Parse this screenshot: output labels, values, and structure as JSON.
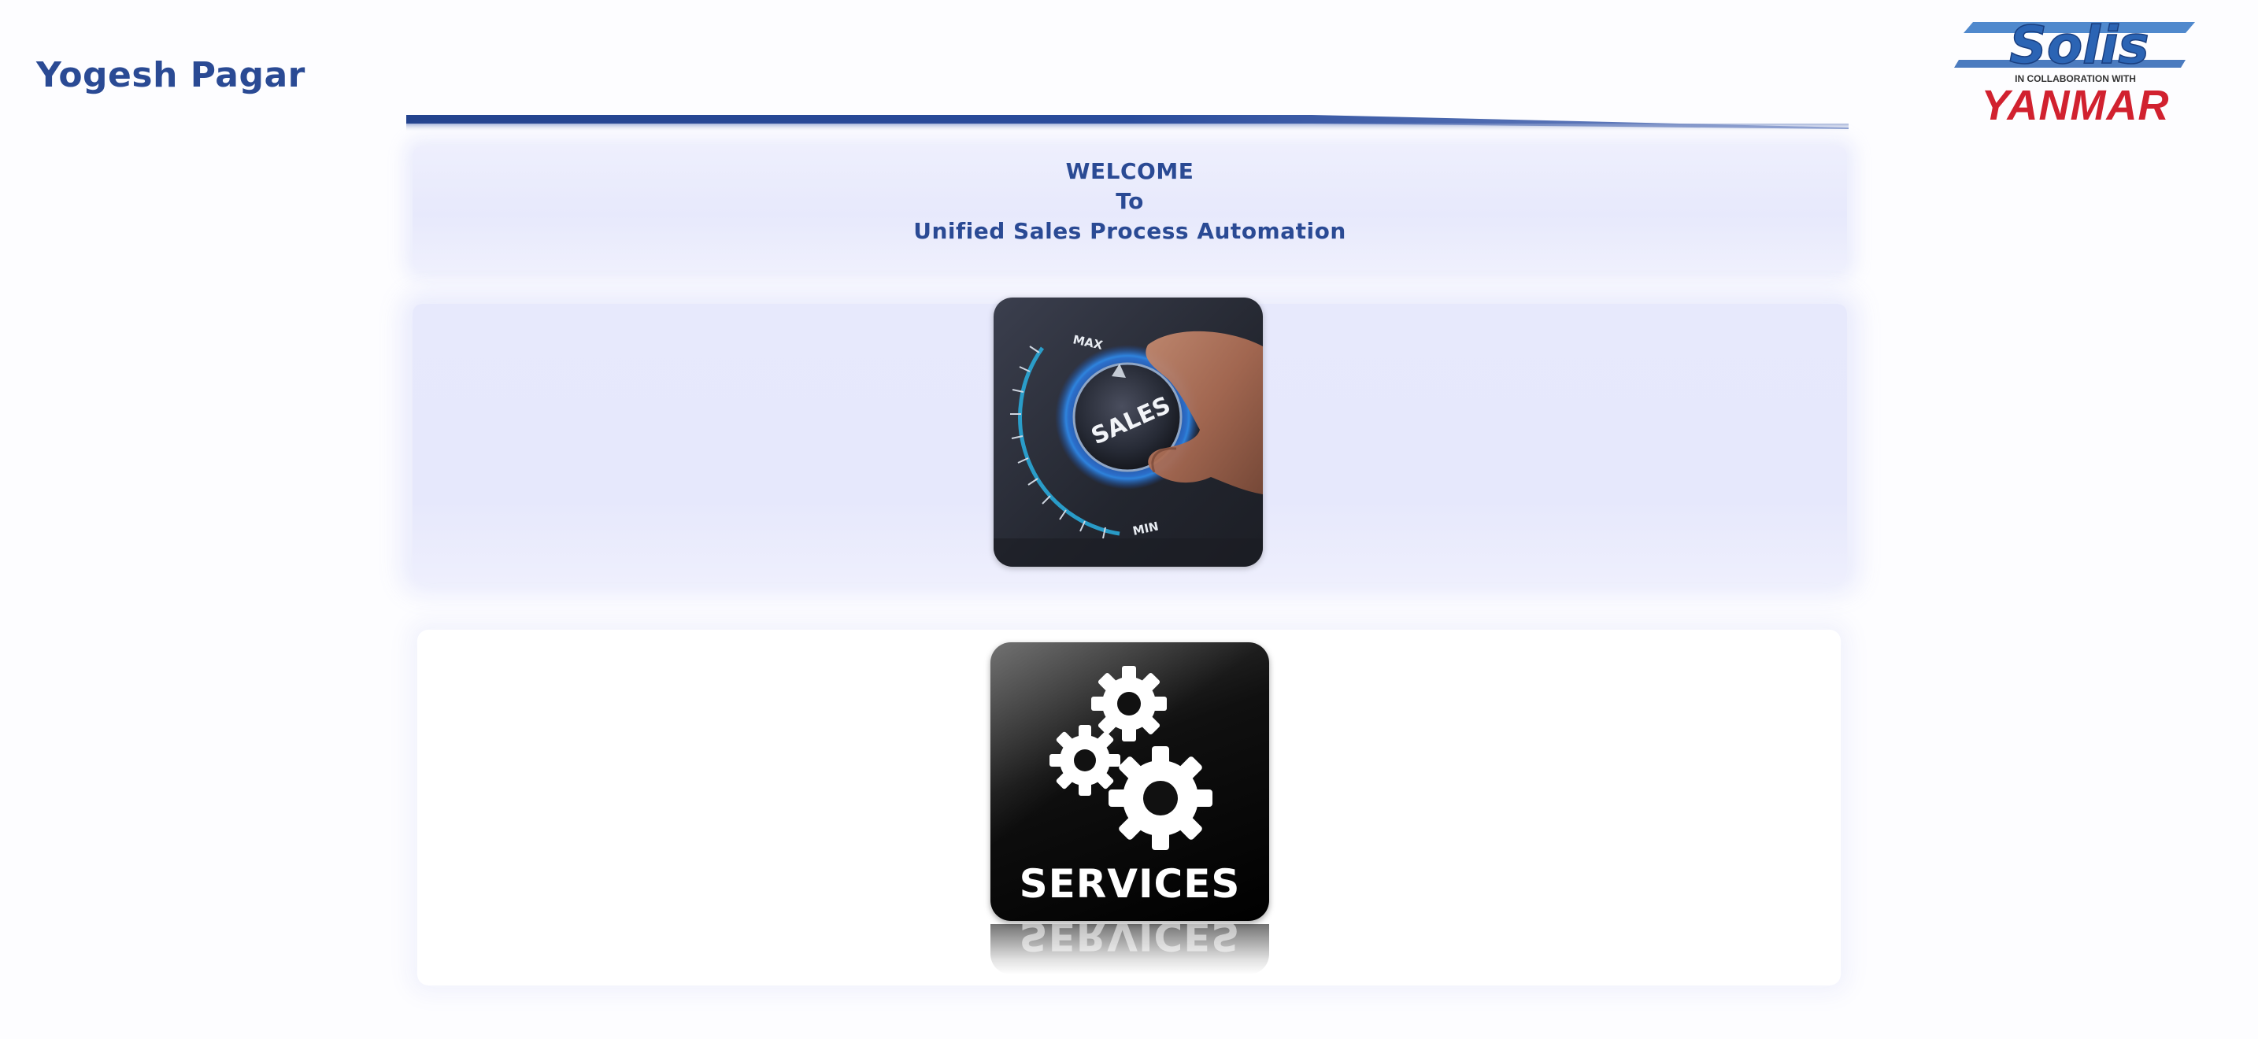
{
  "user": {
    "name": "Yogesh Pagar"
  },
  "logo": {
    "brand": "Solis",
    "tagline": "IN COLLABORATION WITH",
    "partner": "YANMAR",
    "colors": {
      "brand": "#2b64b4",
      "partner": "#d1212f"
    }
  },
  "welcome": {
    "line1": "WELCOME",
    "line2": "To",
    "line3": "Unified Sales Process Automation"
  },
  "modules": {
    "sales": {
      "label": "SALES",
      "dial_max": "MAX",
      "dial_min": "MIN",
      "icon": "sales-dial-icon"
    },
    "services": {
      "label": "SERVICES",
      "icon": "gears-icon"
    }
  },
  "colors": {
    "accent": "#2a4a94",
    "panel": "#e7e9fc",
    "dial_glow": "#2aa8d8"
  }
}
